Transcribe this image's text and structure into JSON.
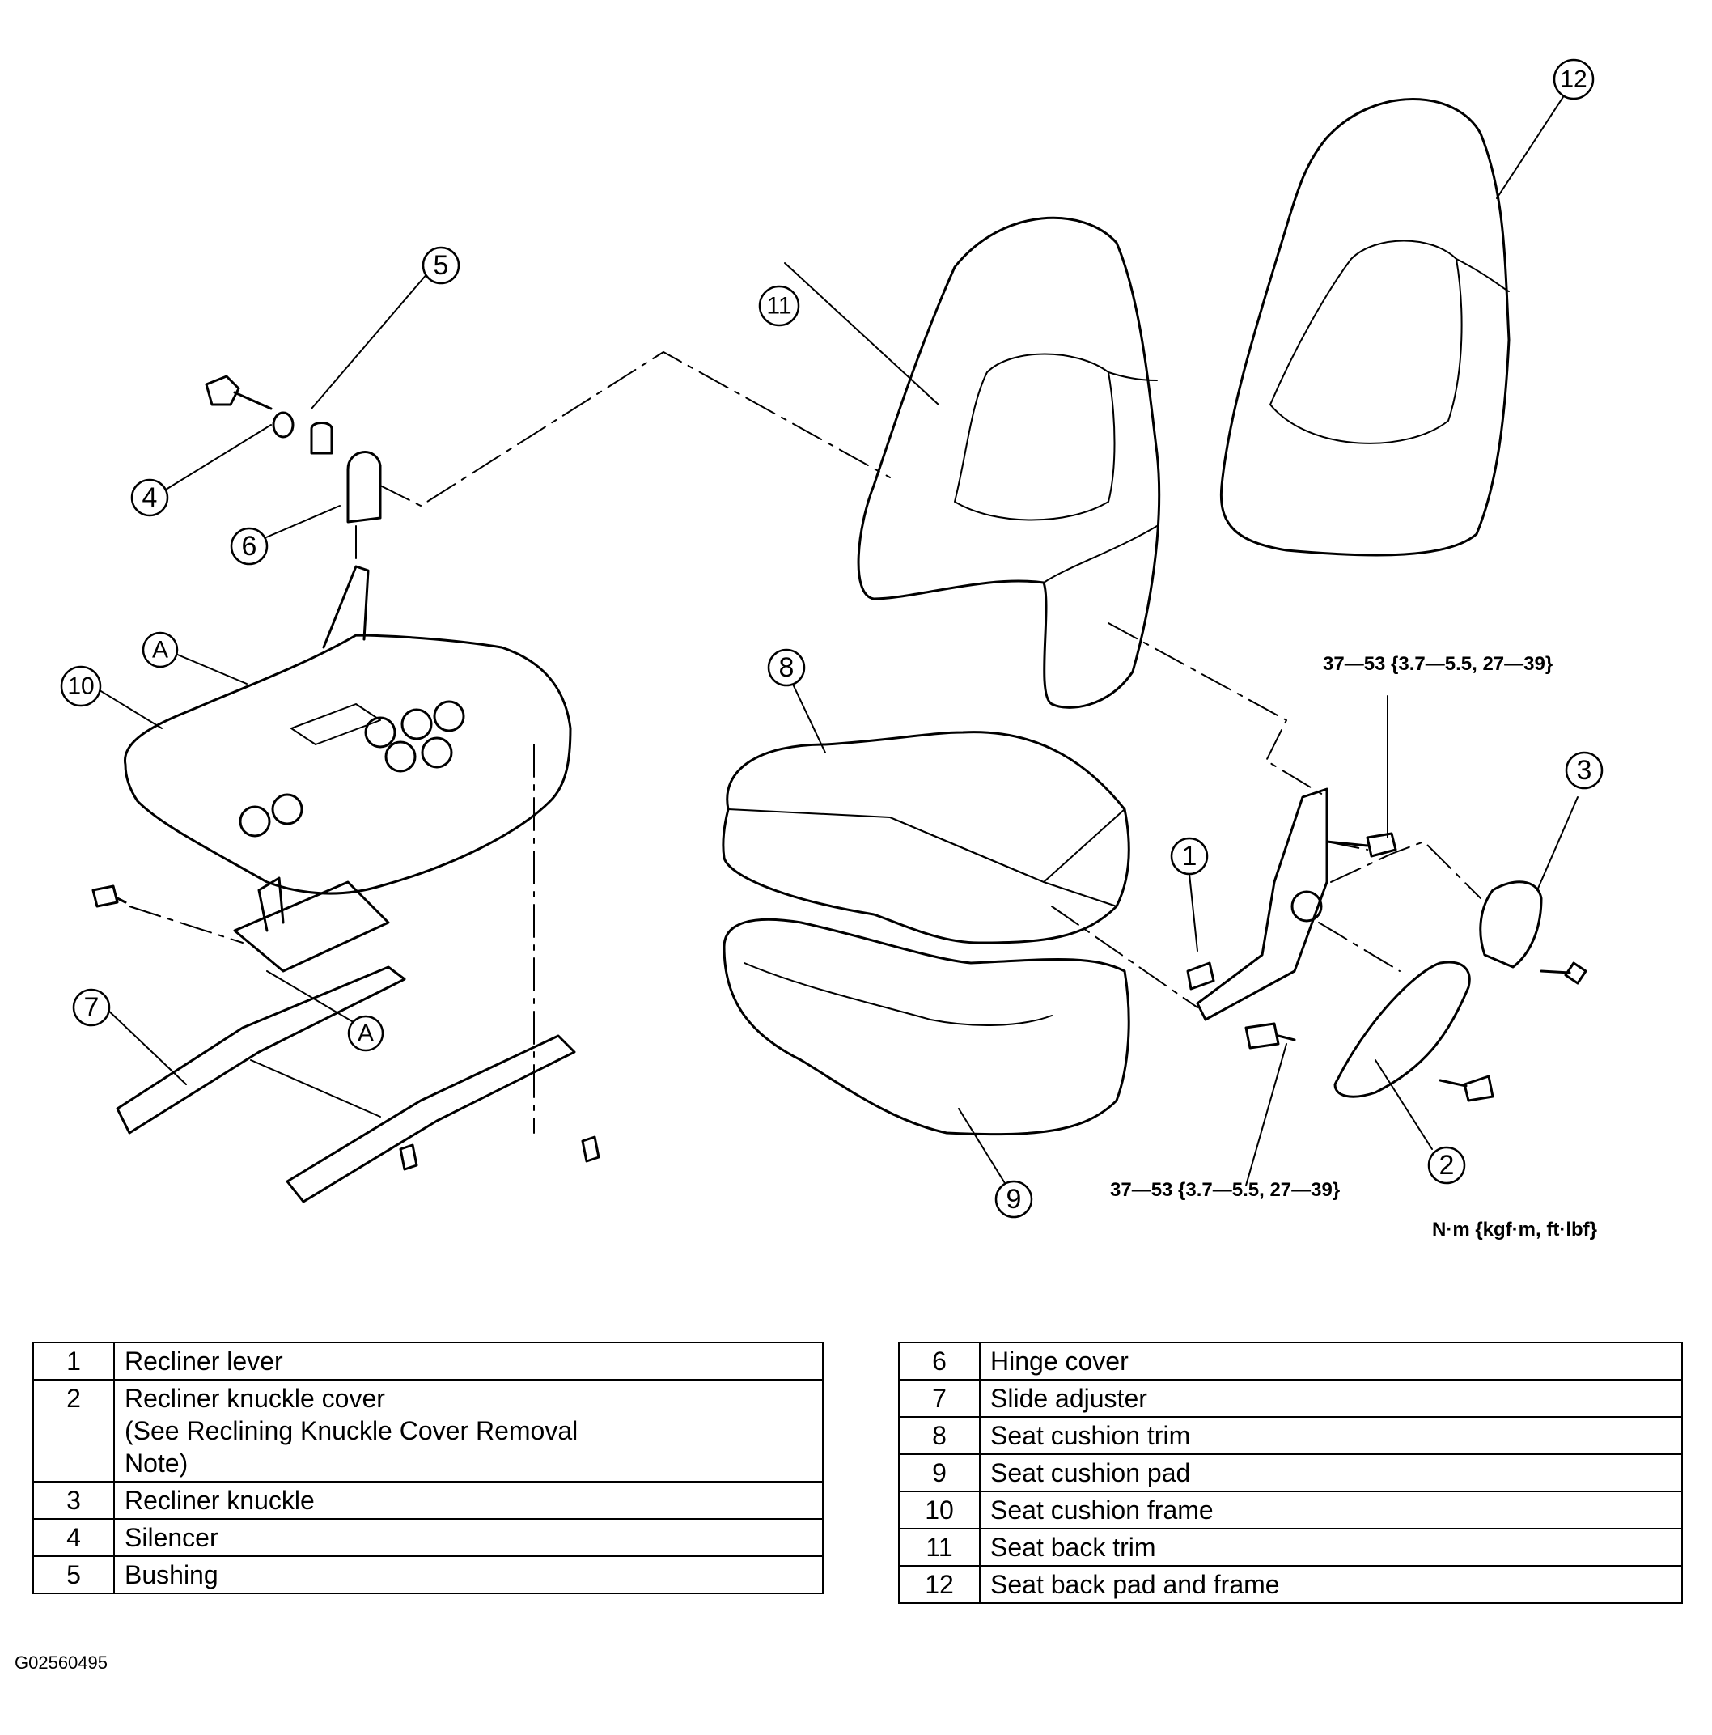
{
  "diagram": {
    "torque_spec_upper": "37—53 {3.7—5.5, 27—39}",
    "torque_spec_lower": "37—53 {3.7—5.5, 27—39}",
    "torque_units": "N·m {kgf·m, ft·lbf}",
    "callouts": [
      "1",
      "2",
      "3",
      "4",
      "5",
      "6",
      "7",
      "8",
      "9",
      "10",
      "11",
      "12"
    ],
    "reference_mark": "A",
    "figure_code": "G02560495"
  },
  "parts_left": [
    {
      "num": "1",
      "name": "Recliner lever"
    },
    {
      "num": "2",
      "name": "Recliner knuckle cover",
      "note": "(See Reclining Knuckle Cover Removal",
      "note2": "Note)"
    },
    {
      "num": "3",
      "name": "Recliner knuckle"
    },
    {
      "num": "4",
      "name": "Silencer"
    },
    {
      "num": "5",
      "name": "Bushing"
    }
  ],
  "parts_right": [
    {
      "num": "6",
      "name": "Hinge cover"
    },
    {
      "num": "7",
      "name": "Slide adjuster"
    },
    {
      "num": "8",
      "name": "Seat cushion trim"
    },
    {
      "num": "9",
      "name": "Seat cushion pad"
    },
    {
      "num": "10",
      "name": "Seat cushion frame"
    },
    {
      "num": "11",
      "name": "Seat back trim"
    },
    {
      "num": "12",
      "name": "Seat back pad and frame"
    }
  ]
}
